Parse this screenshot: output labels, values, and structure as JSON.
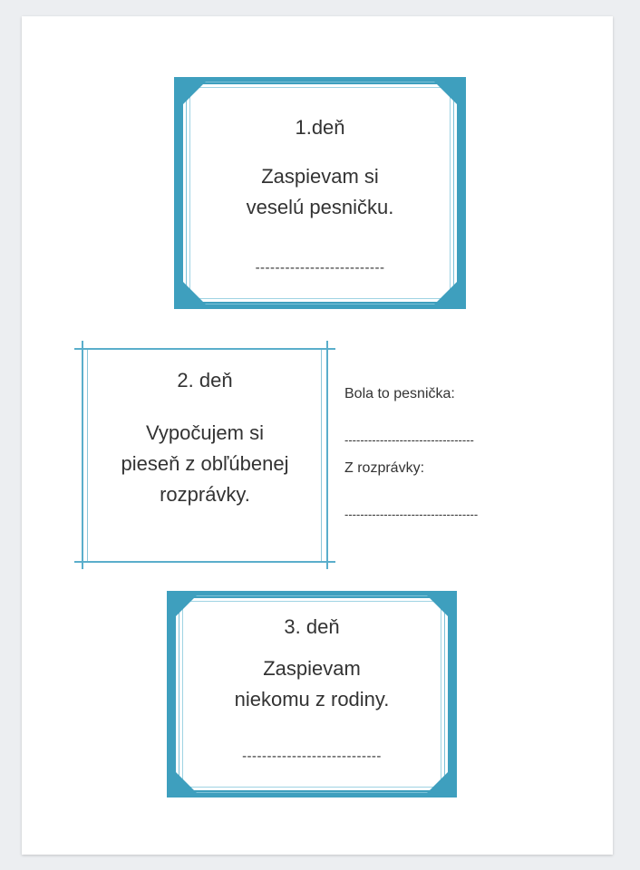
{
  "card1": {
    "title": "1.deň",
    "line1": "Zaspievam si",
    "line2": "veselú pesničku.",
    "blank": "--------------------------"
  },
  "card2": {
    "title": "2. deň",
    "line1": "Vypočujem si",
    "line2": "pieseň z obľúbenej",
    "line3": "rozprávky."
  },
  "side": {
    "label1": "Bola to pesnička:",
    "blank1": "---------------------------------",
    "label2": "Z rozprávky:",
    "blank2": "----------------------------------"
  },
  "card3": {
    "title": "3. deň",
    "line1": "Zaspievam",
    "line2": "niekomu z rodiny.",
    "blank": "----------------------------"
  },
  "colors": {
    "accent": "#3e9fbe",
    "frame_light": "#7cc2d8",
    "text": "#333333"
  }
}
